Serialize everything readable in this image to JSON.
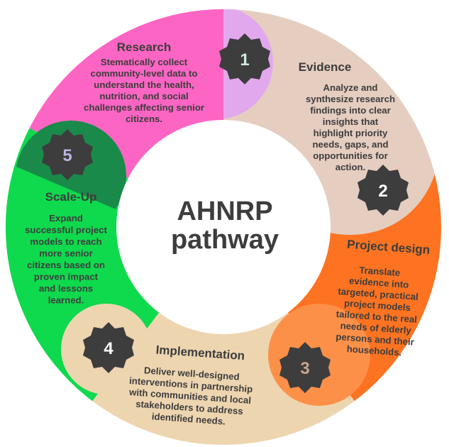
{
  "center": {
    "line1": "AHNRP",
    "line2": "pathway"
  },
  "colors": {
    "research": "#fd65c4",
    "lilac": "#e2a8ee",
    "evidence": "#e5cdc0",
    "project_design": "#fd7321",
    "light_orange": "#fd9048",
    "implementation": "#edd5b0",
    "scale_up": "#0fd94d",
    "dark_green": "#1a8a4a",
    "badge": "#3d3d3d"
  },
  "steps": [
    {
      "number": "1",
      "title": "Research",
      "lines": [
        "Stematically collect",
        "community-level data to",
        "understand the health,",
        "nutrition, and social",
        "challenges affecting senior",
        "citizens."
      ]
    },
    {
      "number": "2",
      "title": "Evidence",
      "lines": [
        "Analyze and",
        "synthesize research",
        "findings into clear",
        "insights that",
        "highlight priority",
        "needs, gaps, and",
        "opportunities for",
        "action."
      ]
    },
    {
      "number": "3",
      "title": "Project design",
      "lines": [
        "Translate",
        "evidence into",
        "targeted, practical",
        "project models",
        "tailored to the real",
        "needs of elderly",
        "persons and their",
        "households."
      ]
    },
    {
      "number": "4",
      "title": "Implementation",
      "lines": [
        "Deliver well-designed",
        "interventions in partnership",
        "with communities and local",
        "stakeholders to address",
        "identified needs."
      ]
    },
    {
      "number": "5",
      "title": "Scale-Up",
      "lines": [
        "Expand",
        "successful project",
        "models to reach",
        "more senior",
        "citizens based on",
        "proven impact",
        "and lessons",
        "learned."
      ]
    }
  ]
}
